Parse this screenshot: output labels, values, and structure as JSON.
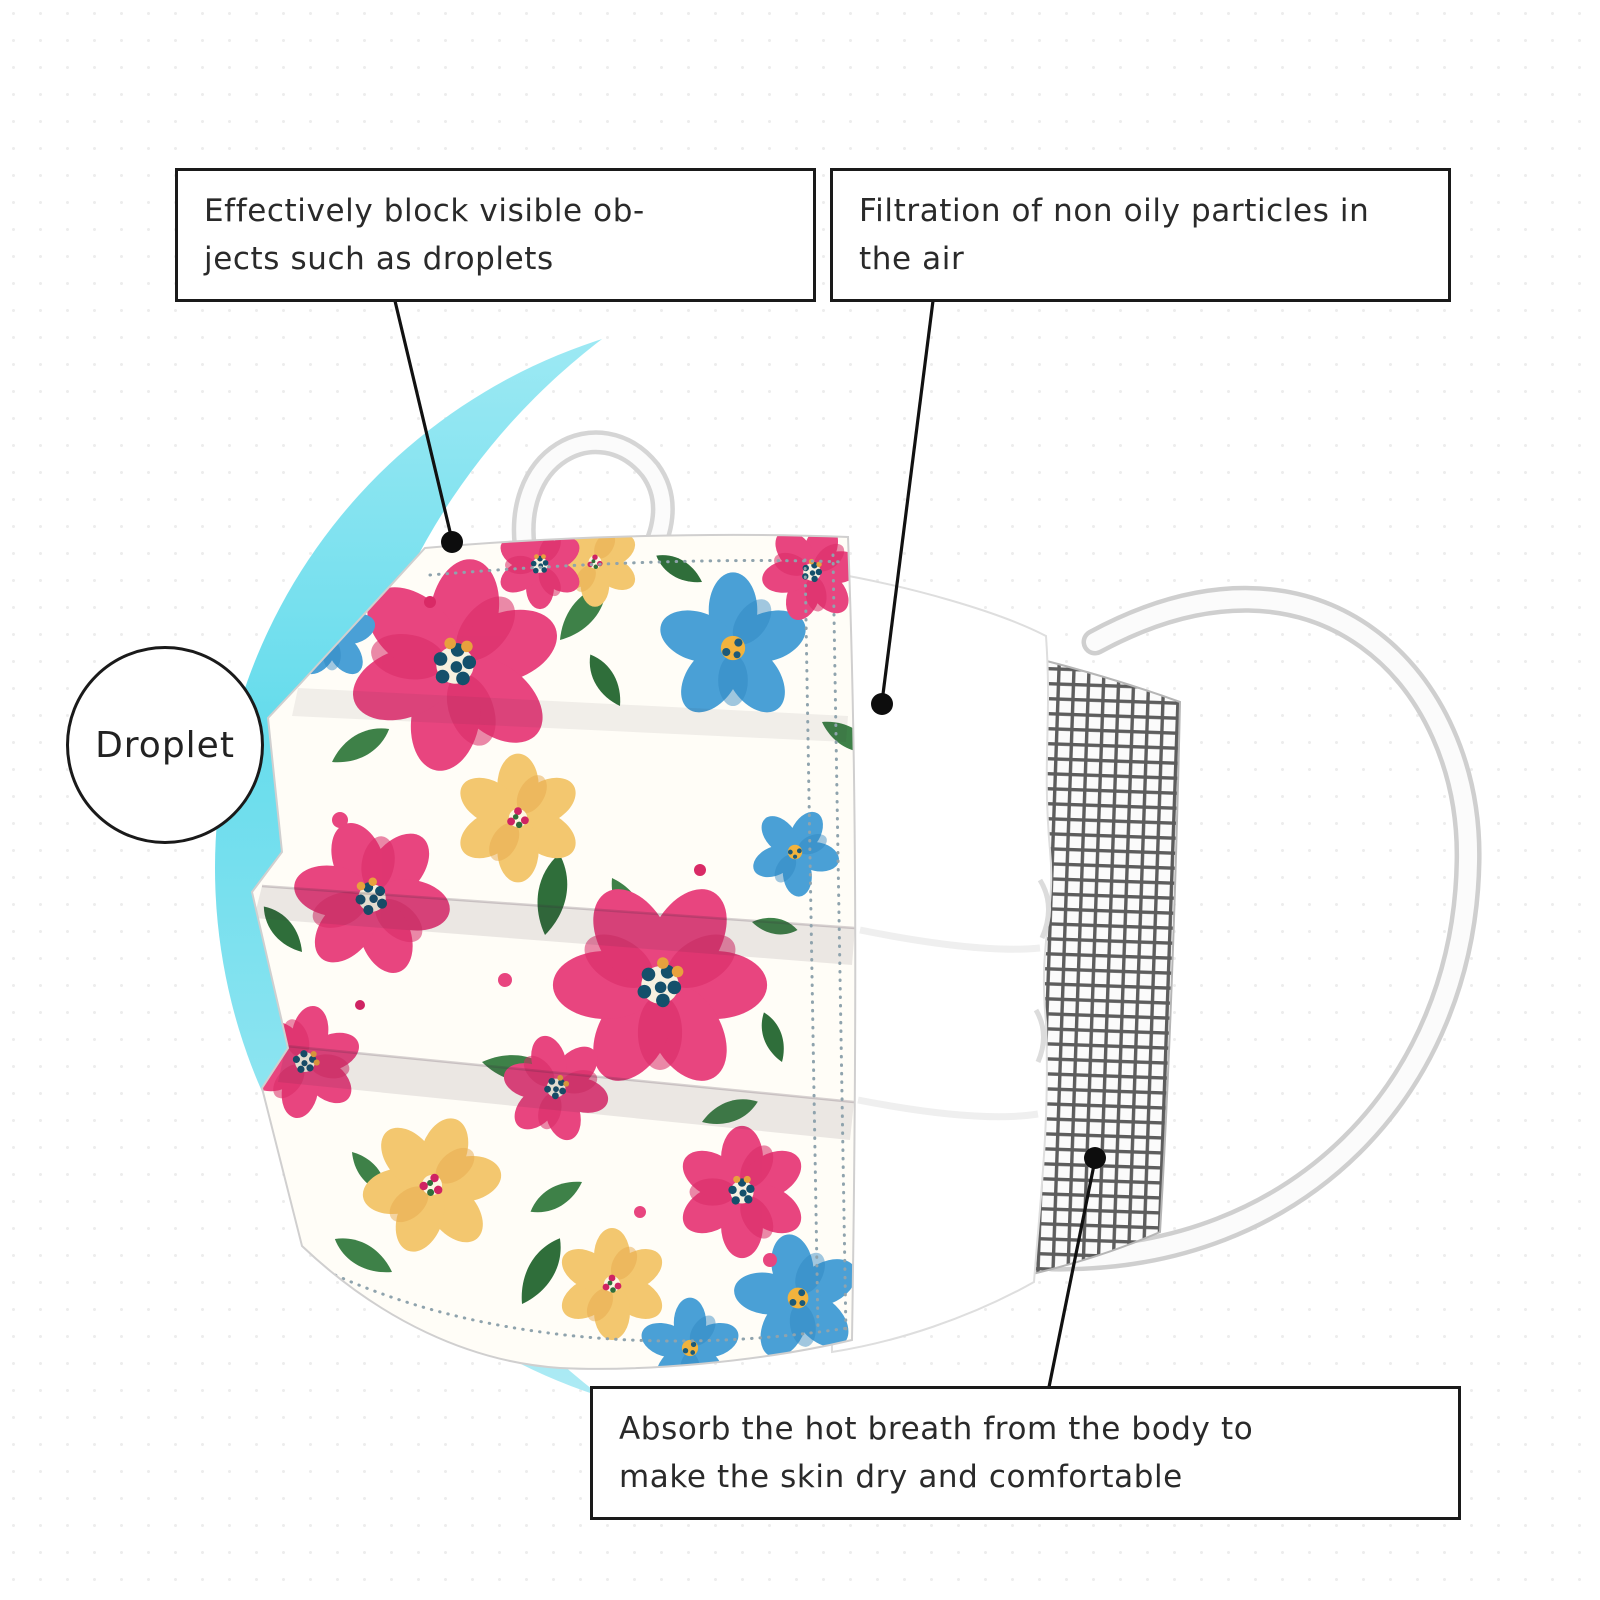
{
  "droplet_badge": {
    "label": "Droplet"
  },
  "callouts": {
    "block_droplets": {
      "line1": "Effectively block visible ob-",
      "line2": "jects such as droplets"
    },
    "filtration": {
      "line1": "Filtration of non oily particles in",
      "line2": "the air"
    },
    "absorb": {
      "line1": "Absorb the hot breath from the body to",
      "line2": "make the skin dry and comfortable"
    }
  },
  "colors": {
    "crescent_cyan": "#66dcec",
    "floral_pink": "#e8457f",
    "floral_blue": "#4aa0d6",
    "floral_yellow": "#f3c76f",
    "leaf_green": "#3e8148",
    "leader_line": "#111111",
    "mesh_gray": "#5d5d5d"
  }
}
